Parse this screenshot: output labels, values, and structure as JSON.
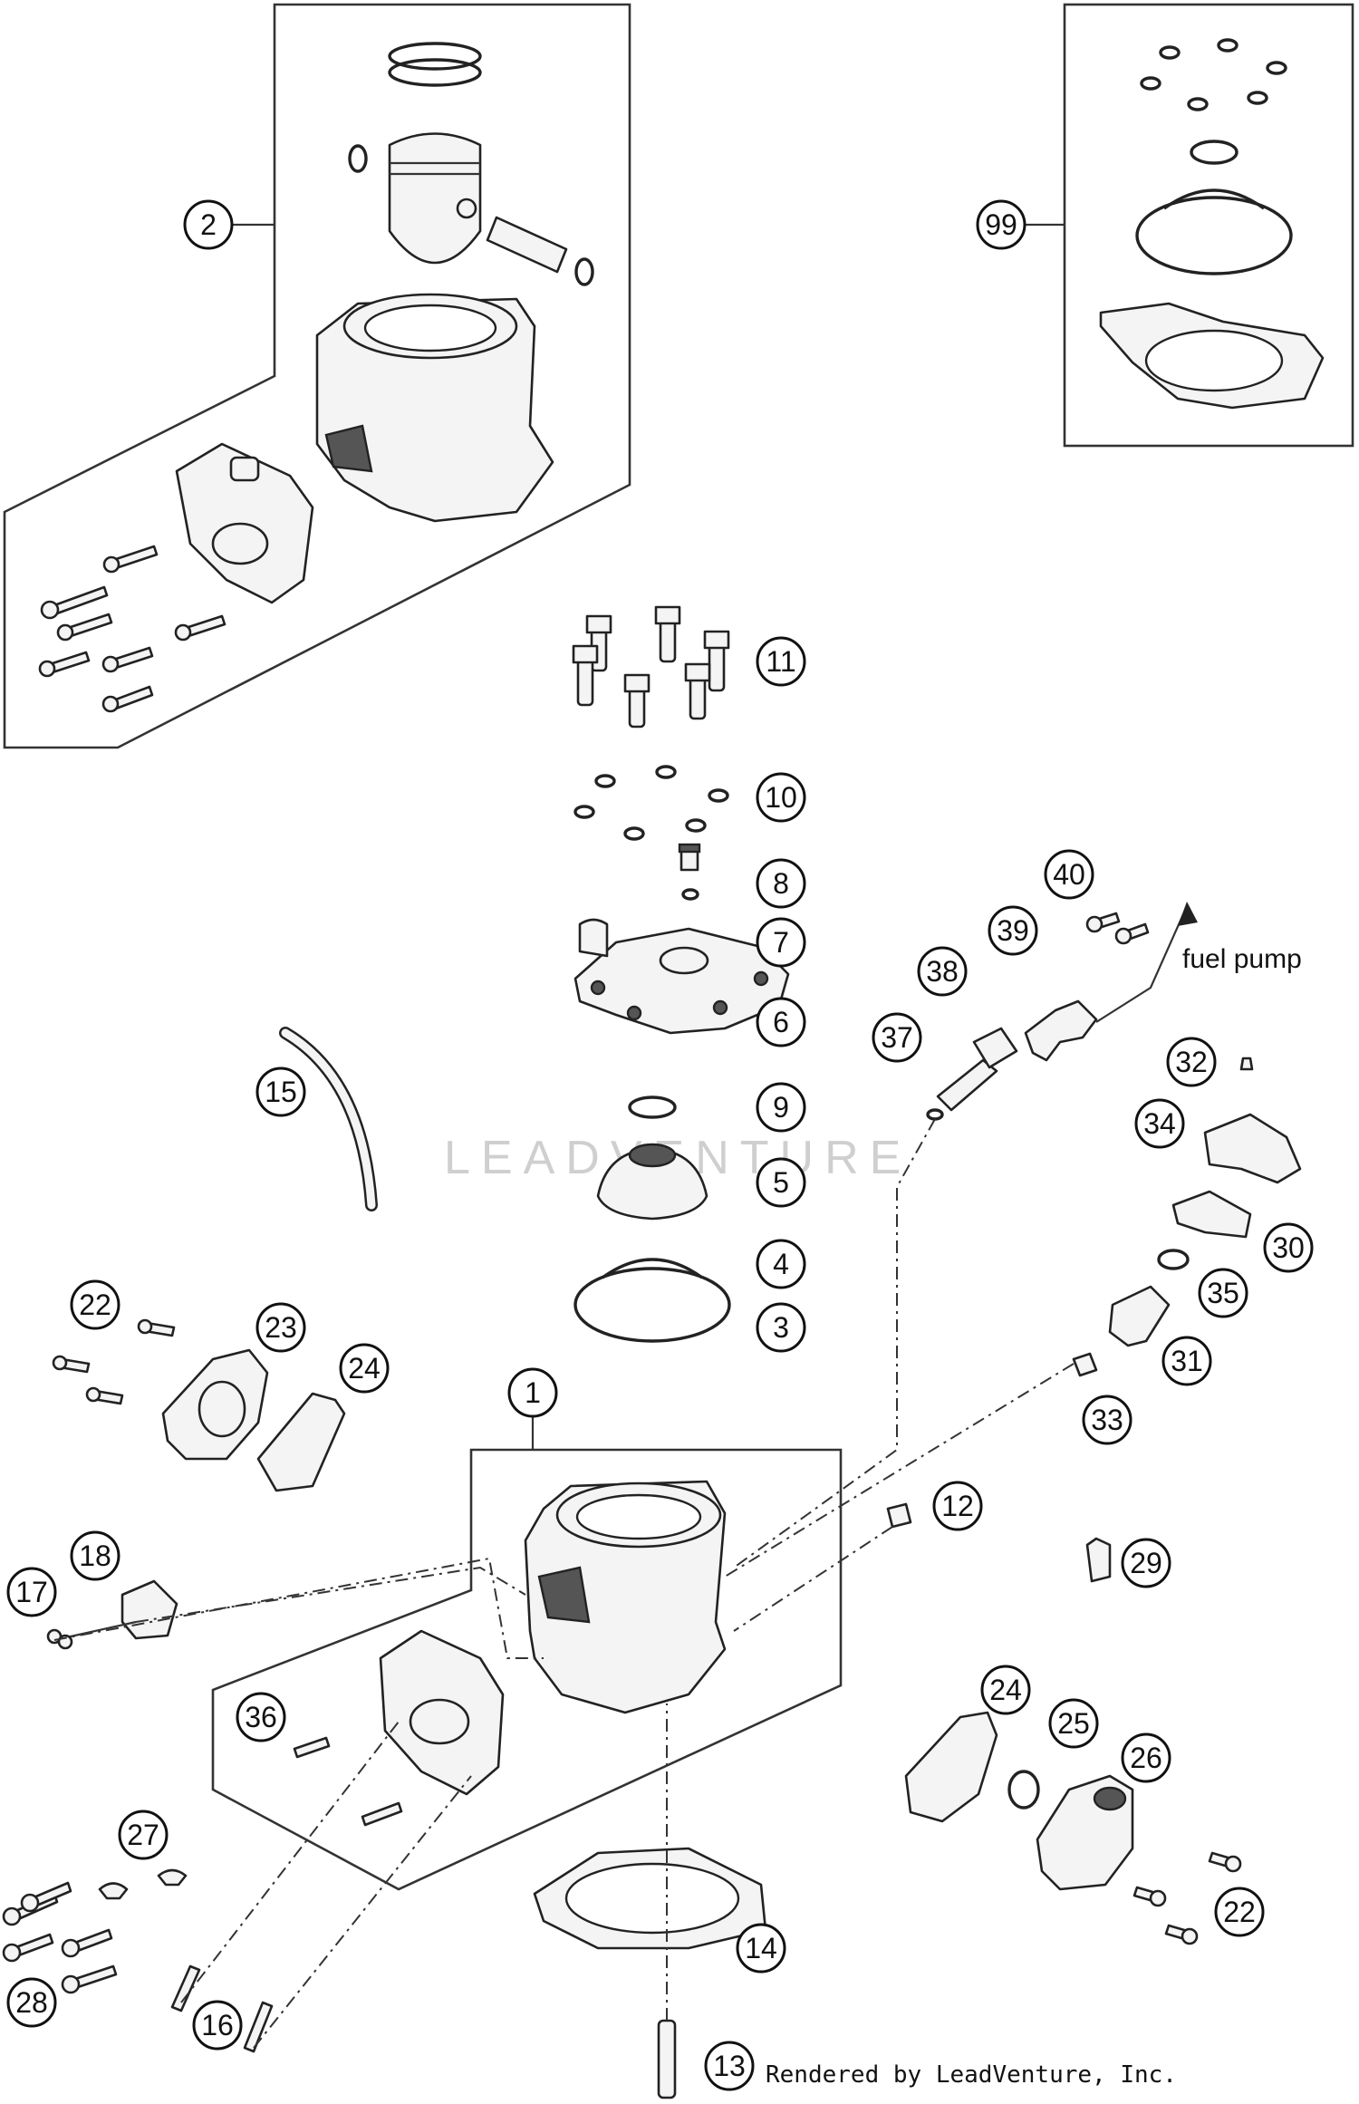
{
  "callouts": [
    {
      "label": "2"
    },
    {
      "label": "99"
    },
    {
      "label": "11"
    },
    {
      "label": "10"
    },
    {
      "label": "8"
    },
    {
      "label": "7"
    },
    {
      "label": "6"
    },
    {
      "label": "9"
    },
    {
      "label": "5"
    },
    {
      "label": "4"
    },
    {
      "label": "3"
    },
    {
      "label": "15"
    },
    {
      "label": "40"
    },
    {
      "label": "39"
    },
    {
      "label": "38"
    },
    {
      "label": "37"
    },
    {
      "label": "32"
    },
    {
      "label": "34"
    },
    {
      "label": "30"
    },
    {
      "label": "35"
    },
    {
      "label": "31"
    },
    {
      "label": "33"
    },
    {
      "label": "22"
    },
    {
      "label": "23"
    },
    {
      "label": "24"
    },
    {
      "label": "1"
    },
    {
      "label": "12"
    },
    {
      "label": "29"
    },
    {
      "label": "18"
    },
    {
      "label": "17"
    },
    {
      "label": "36"
    },
    {
      "label": "24"
    },
    {
      "label": "25"
    },
    {
      "label": "26"
    },
    {
      "label": "27"
    },
    {
      "label": "22"
    },
    {
      "label": "14"
    },
    {
      "label": "28"
    },
    {
      "label": "16"
    },
    {
      "label": "13"
    }
  ],
  "annotations": {
    "fuel_pump": "fuel pump"
  },
  "watermark": "LEADVENTURE",
  "footer": "Rendered by LeadVenture, Inc."
}
